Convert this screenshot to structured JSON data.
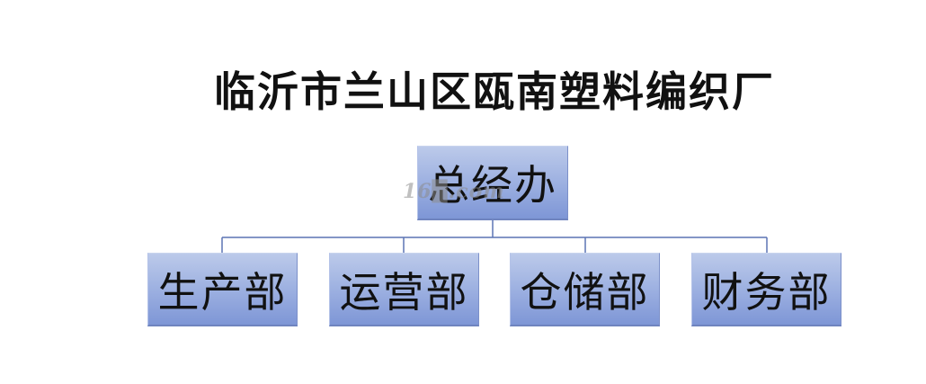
{
  "title": "临沂市兰山区瓯南塑料编织厂",
  "root": {
    "label": "总经办"
  },
  "departments": [
    {
      "label": "生产部"
    },
    {
      "label": "运营部"
    },
    {
      "label": "仓储部"
    },
    {
      "label": "财务部"
    }
  ],
  "watermark": "16█.com",
  "colors": {
    "box_fill_top": "#bccaea",
    "box_fill_bottom": "#7e96d6",
    "connector": "#5c74b4",
    "text": "#111111"
  }
}
